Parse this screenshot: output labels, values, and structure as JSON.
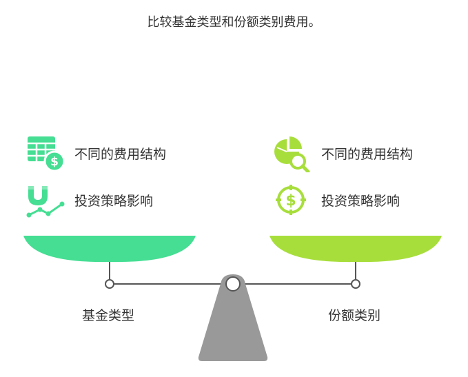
{
  "title": "比较基金类型和份额类别费用。",
  "left": {
    "label": "基金类型",
    "color": "#45DE93",
    "items": [
      {
        "label": "不同的费用结构",
        "icon": "spreadsheet-dollar-icon"
      },
      {
        "label": "投资策略影响",
        "icon": "magnet-trend-icon"
      }
    ]
  },
  "right": {
    "label": "份额类别",
    "color": "#A8DE3C",
    "items": [
      {
        "label": "不同的费用结构",
        "icon": "pie-chart-search-icon"
      },
      {
        "label": "投资策略影响",
        "icon": "dollar-target-icon"
      }
    ]
  },
  "fulcrum_color": "#999999",
  "beam_color": "#555555"
}
